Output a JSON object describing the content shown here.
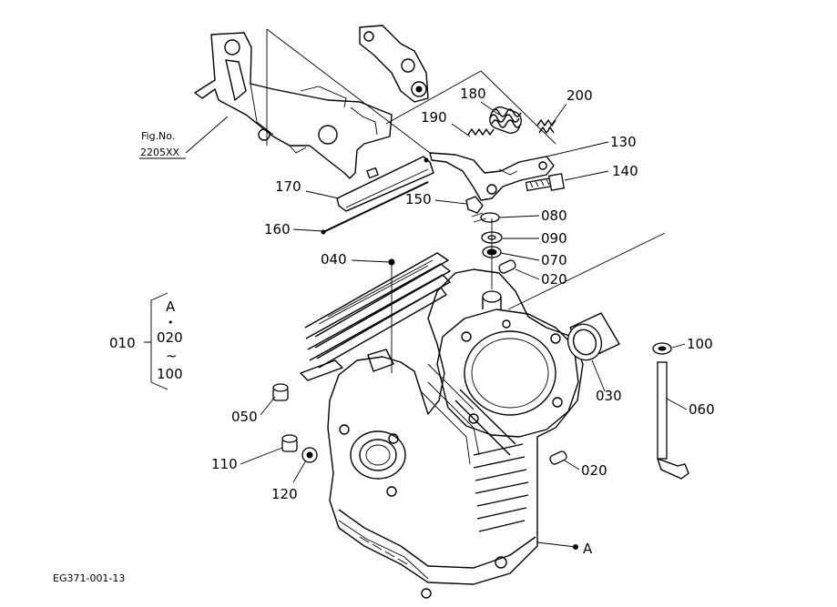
{
  "figure_ref": {
    "line1": "Fig.No.",
    "line2": "2205XX"
  },
  "diagram_code": "EG371-001-13",
  "bracket": {
    "assembly": "010",
    "top": "A",
    "dot": "•",
    "from": "020",
    "tilde": "~",
    "to": "100"
  },
  "callouts": {
    "c200": "200",
    "c180": "180",
    "c190": "190",
    "c130": "130",
    "c140": "140",
    "c170": "170",
    "c150": "150",
    "c080": "080",
    "c160": "160",
    "c090": "090",
    "c040": "040",
    "c070": "070",
    "c020_top": "020",
    "c100": "100",
    "c030": "030",
    "c060": "060",
    "c050": "050",
    "c110": "110",
    "c020_bottom": "020",
    "c120": "120",
    "cA": "A"
  }
}
